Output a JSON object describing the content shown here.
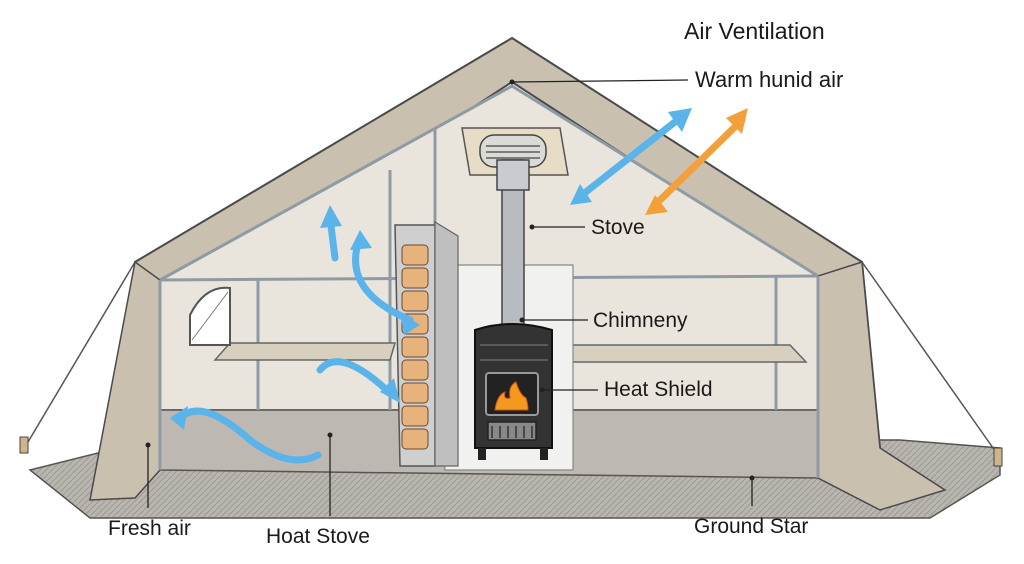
{
  "labels": {
    "title": "Air Ventilation",
    "warm_air": "Warm hunid air",
    "stove": "Stove",
    "chimney": "Chimneny",
    "heat_shield": "Heat Shield",
    "fresh_air": "Fresh air",
    "hoat_stove": "Hoat Stove",
    "ground": "Ground Star"
  },
  "colors": {
    "canvas": "#c9c0b0",
    "canvas_inner": "#e9e5dc",
    "floor": "#bdb9b2",
    "frame": "#8f9aa3",
    "stove": "#333333",
    "flame": "#f39a1e",
    "cool_air_arrow": "#5ab4ea",
    "warm_air_arrow": "#f4a03a"
  }
}
